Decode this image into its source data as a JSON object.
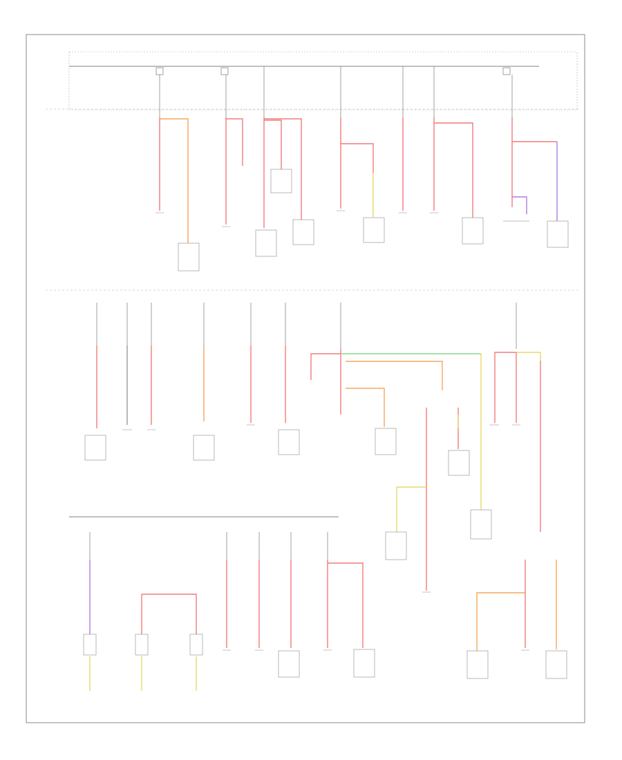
{
  "diagram": {
    "footer_code": "",
    "colors": {
      "frame": "#888888",
      "wire_red": "#f27a7a",
      "wire_orange": "#f5a55a",
      "wire_purple": "#b07ae0",
      "wire_green": "#8cd88c",
      "wire_yellow": "#e6d86a",
      "wire_olive": "#b7a65a",
      "bus_gray": "#999999"
    },
    "sections": [
      {
        "id": "power-distribution-top",
        "label": ""
      },
      {
        "id": "power-distribution-middle",
        "label": ""
      },
      {
        "id": "power-distribution-bottom",
        "label": ""
      }
    ],
    "components": [
      {
        "id": "module-1",
        "label": ""
      },
      {
        "id": "module-2",
        "label": ""
      },
      {
        "id": "module-3",
        "label": ""
      },
      {
        "id": "module-4",
        "label": ""
      },
      {
        "id": "module-5",
        "label": ""
      },
      {
        "id": "module-6",
        "label": ""
      },
      {
        "id": "module-7",
        "label": ""
      },
      {
        "id": "module-8",
        "label": ""
      },
      {
        "id": "module-9",
        "label": ""
      },
      {
        "id": "module-10",
        "label": ""
      },
      {
        "id": "module-11",
        "label": ""
      },
      {
        "id": "module-12",
        "label": ""
      },
      {
        "id": "module-13",
        "label": ""
      },
      {
        "id": "module-14",
        "label": ""
      },
      {
        "id": "module-15",
        "label": ""
      },
      {
        "id": "module-16",
        "label": ""
      },
      {
        "id": "module-17",
        "label": ""
      },
      {
        "id": "module-18",
        "label": ""
      },
      {
        "id": "module-19",
        "label": ""
      },
      {
        "id": "module-20",
        "label": ""
      },
      {
        "id": "module-21",
        "label": ""
      },
      {
        "id": "module-22",
        "label": ""
      },
      {
        "id": "module-23",
        "label": ""
      },
      {
        "id": "module-24",
        "label": ""
      },
      {
        "id": "module-25",
        "label": ""
      },
      {
        "id": "module-26",
        "label": ""
      },
      {
        "id": "module-27",
        "label": ""
      }
    ]
  }
}
